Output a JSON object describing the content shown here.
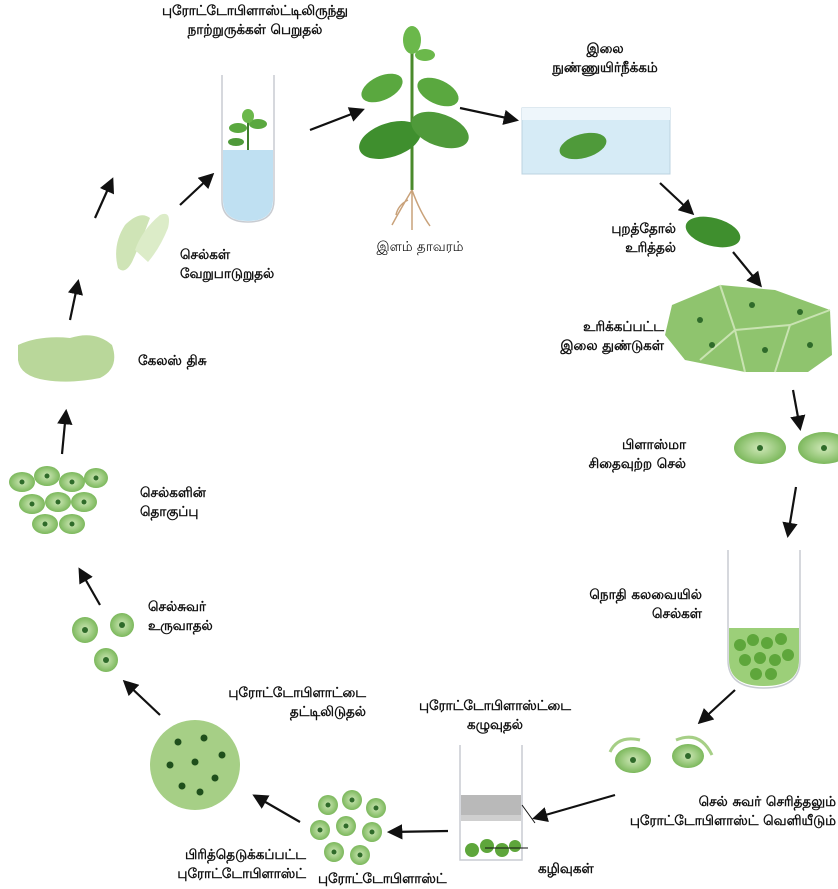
{
  "steps": {
    "regeneration": [
      "புரோட்டோபிளாஸ்ட்டிலிருந்து",
      "நாற்றுருக்கள் பெறுதல்"
    ],
    "young_plant": "இளம் தாவரம்",
    "sterilization": [
      "இலை",
      "நுண்ணுயிர்நீக்கம்"
    ],
    "peeling": [
      "புறத்தோல்",
      "உரித்தல்"
    ],
    "pieces": [
      "உரிக்கப்பட்ட",
      "இலை துண்டுகள்"
    ],
    "plasmolysis": [
      "பிளாஸ்மா",
      "சிதைவுற்ற செல்"
    ],
    "enzyme": [
      "நொதி கலவையில்",
      "செல்கள்"
    ],
    "release": [
      "செல் சுவர் செரித்தலும்",
      "புரோட்டோபிளாஸ்ட் வெளியீடும்"
    ],
    "washing": [
      "புரோட்டோபிளாஸ்ட்டை",
      "கழுவுதல்"
    ],
    "debris": "கழிவுகள்",
    "protoplast": "புரோட்டோபிளாஸ்ட்",
    "isolated": [
      "பிரித்தெடுக்கப்பட்ட",
      "புரோட்டோபிளாஸ்ட்"
    ],
    "plating": [
      "புரோட்டோபிளாட்டை",
      "தட்டிலிடுதல்"
    ],
    "wall_formation": [
      "செல்சுவர்",
      "உருவாதல்"
    ],
    "cell_mass": [
      "செல்களின்",
      "தொகுப்பு"
    ],
    "callus": "கேலஸ் திசு",
    "differentiation": [
      "செல்கள்",
      "வேறுபாடுறுதல்"
    ]
  },
  "colors": {
    "leaf": "#4f9a3a",
    "cell": "#8fc46e",
    "cell_dark": "#2f6b2a",
    "callus": "#b9d79a",
    "water": "#cfe6f3",
    "arrow": "#111111"
  }
}
